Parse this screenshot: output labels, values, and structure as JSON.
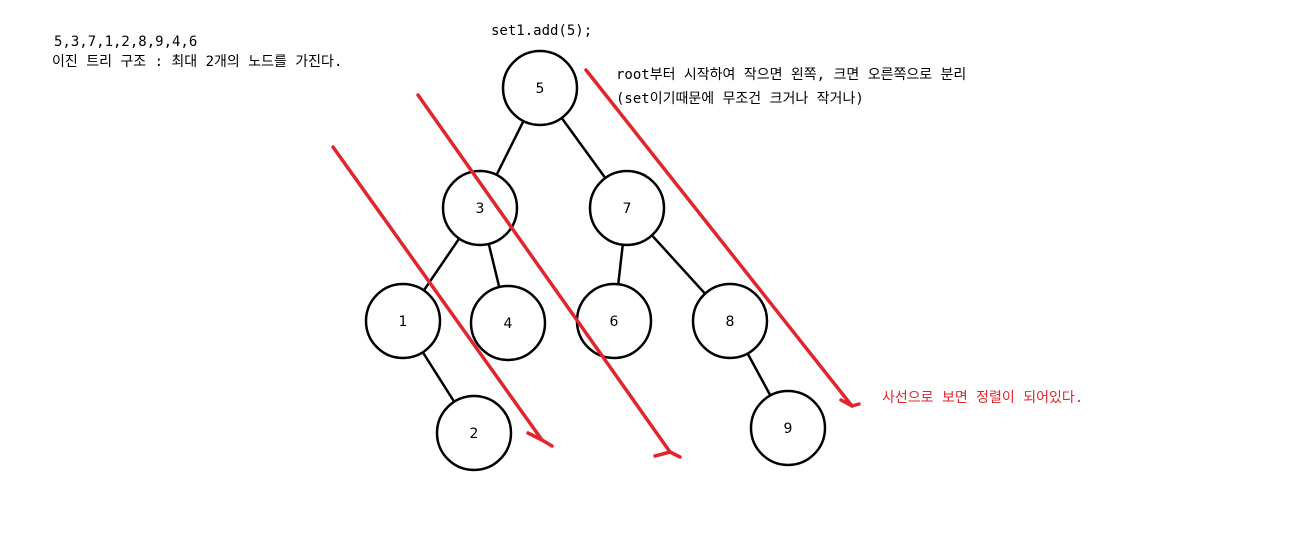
{
  "sequence_text": "5,3,7,1,2,8,9,4,6",
  "description_text": "이진 트리 구조 : 최대 2개의 노드를 가진다.",
  "code_text": "set1.add(5);",
  "rule_text": "root부터 시작하여 작으면 왼쪽, 크면 오른쪽으로 분리",
  "rule_note_text": "(set이기때문에 무조건 크거나 작거나)",
  "sorted_note_text": "사선으로 보면 정렬이 되어있다.",
  "colors": {
    "line": "#000000",
    "arrow": "#e0262c",
    "note": "#e0262c"
  },
  "nodes": [
    {
      "id": "n5",
      "label": "5"
    },
    {
      "id": "n3",
      "label": "3"
    },
    {
      "id": "n7",
      "label": "7"
    },
    {
      "id": "n1",
      "label": "1"
    },
    {
      "id": "n4",
      "label": "4"
    },
    {
      "id": "n6",
      "label": "6"
    },
    {
      "id": "n8",
      "label": "8"
    },
    {
      "id": "n2",
      "label": "2"
    },
    {
      "id": "n9",
      "label": "9"
    }
  ],
  "edges": [
    [
      "n5",
      "n3"
    ],
    [
      "n5",
      "n7"
    ],
    [
      "n3",
      "n1"
    ],
    [
      "n3",
      "n4"
    ],
    [
      "n7",
      "n6"
    ],
    [
      "n7",
      "n8"
    ],
    [
      "n1",
      "n2"
    ],
    [
      "n8",
      "n9"
    ]
  ]
}
